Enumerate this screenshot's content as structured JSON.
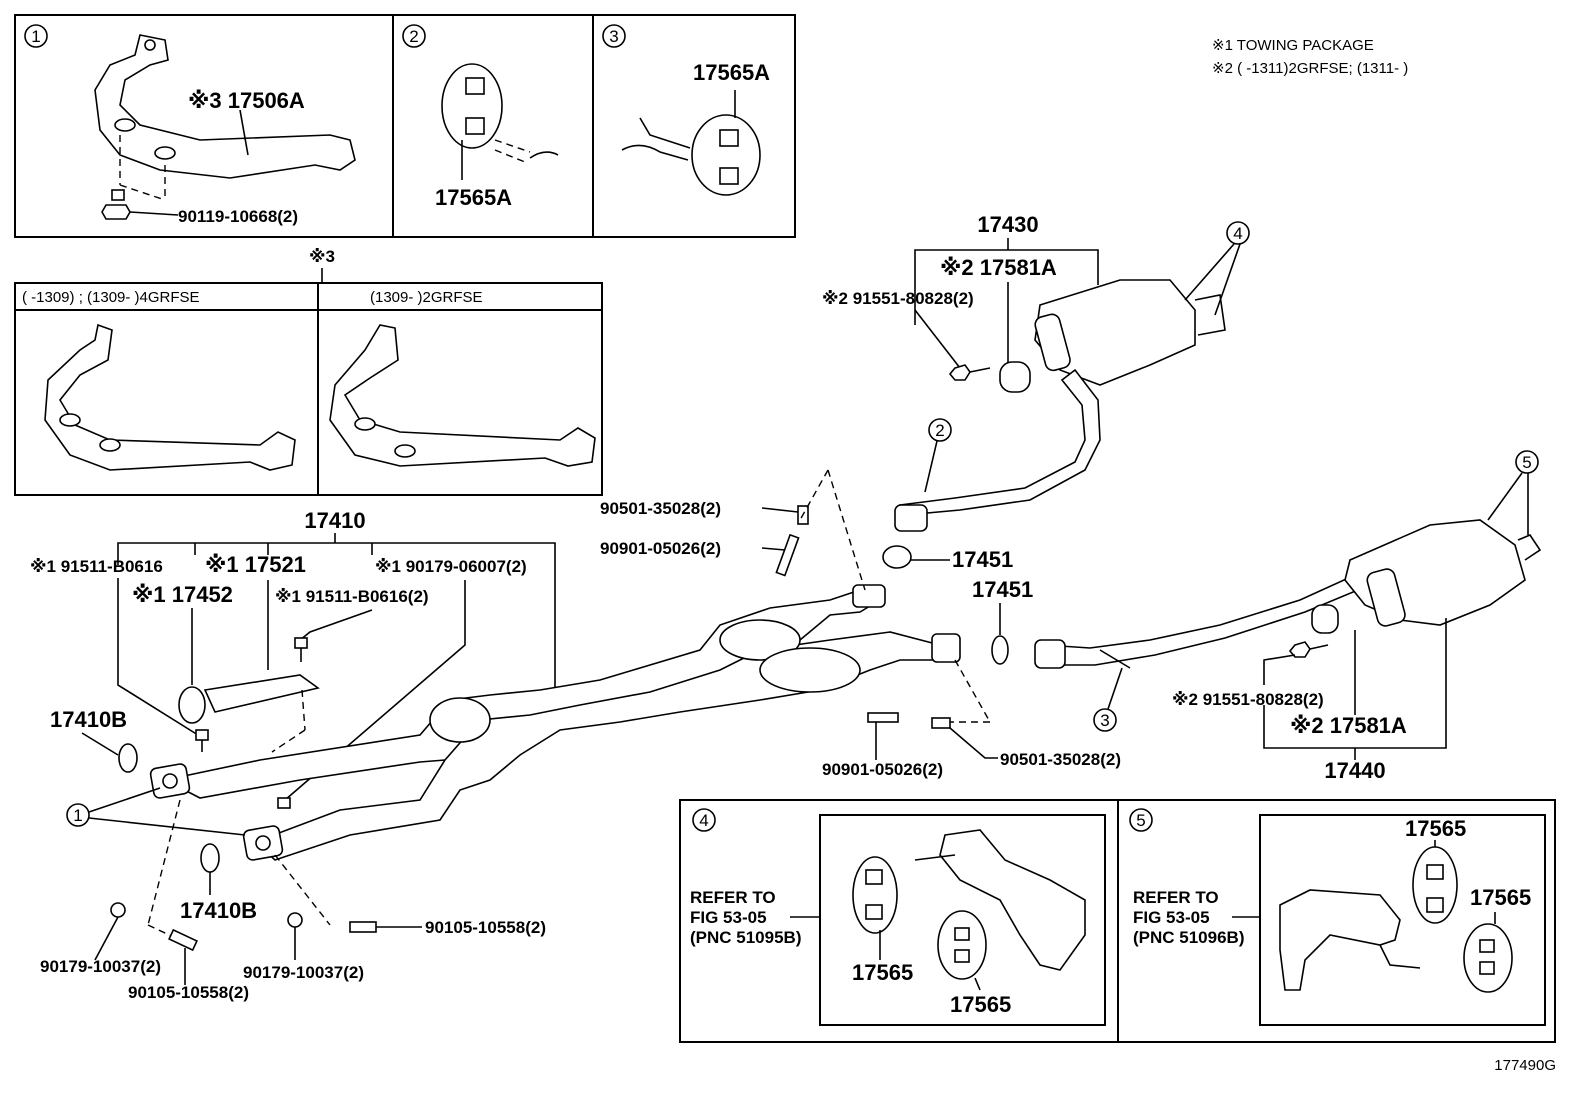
{
  "notes": {
    "n1": "※1  TOWING PACKAGE",
    "n2": "※2 (       -1311)2GRFSE; (1311-       )"
  },
  "insets": {
    "one": {
      "num": "1",
      "part_main": "※3 17506A",
      "part_bolt": "90119-10668(2)"
    },
    "two": {
      "num": "2",
      "part": "17565A"
    },
    "three": {
      "num": "3",
      "part": "17565A"
    },
    "variants_mark": "※3",
    "variant_a": "(       -1309) ; (1309-         )4GRFSE",
    "variant_b": "(1309-         )2GRFSE",
    "four": {
      "num": "4",
      "refer": [
        "REFER TO",
        "FIG 53-05",
        "(PNC 51095B)"
      ],
      "part_a": "17565",
      "part_b": "17565"
    },
    "five": {
      "num": "5",
      "refer": [
        "REFER TO",
        "FIG 53-05",
        "(PNC 51096B)"
      ],
      "part_a": "17565",
      "part_b": "17565"
    }
  },
  "labels": {
    "p17410": "17410",
    "p91511_1": "※1 91511-B0616",
    "p17521": "※1 17521",
    "p90179_06007": "※1 90179-06007(2)",
    "p17452": "※1 17452",
    "p91511_2": "※1 91511-B0616(2)",
    "p17410B_a": "17410B",
    "p17410B_b": "17410B",
    "p90179_a": "90179-10037(2)",
    "p90105_a": "90105-10558(2)",
    "p90179_b": "90179-10037(2)",
    "p90105_b": "90105-10558(2)",
    "p90501_a": "90501-35028(2)",
    "p90901_a": "90901-05026(2)",
    "p90901_b": "90901-05026(2)",
    "p90501_b": "90501-35028(2)",
    "p17430": "17430",
    "p17581A_a": "※2 17581A",
    "p91551_a": "※2 91551-80828(2)",
    "p17451_a": "17451",
    "p17451_b": "17451",
    "p91551_b": "※2 91551-80828(2)",
    "p17581A_b": "※2 17581A",
    "p17440": "17440",
    "c1": "1",
    "c2": "2",
    "c3": "3",
    "c4": "4",
    "c5": "5",
    "figure_id": "177490G"
  }
}
